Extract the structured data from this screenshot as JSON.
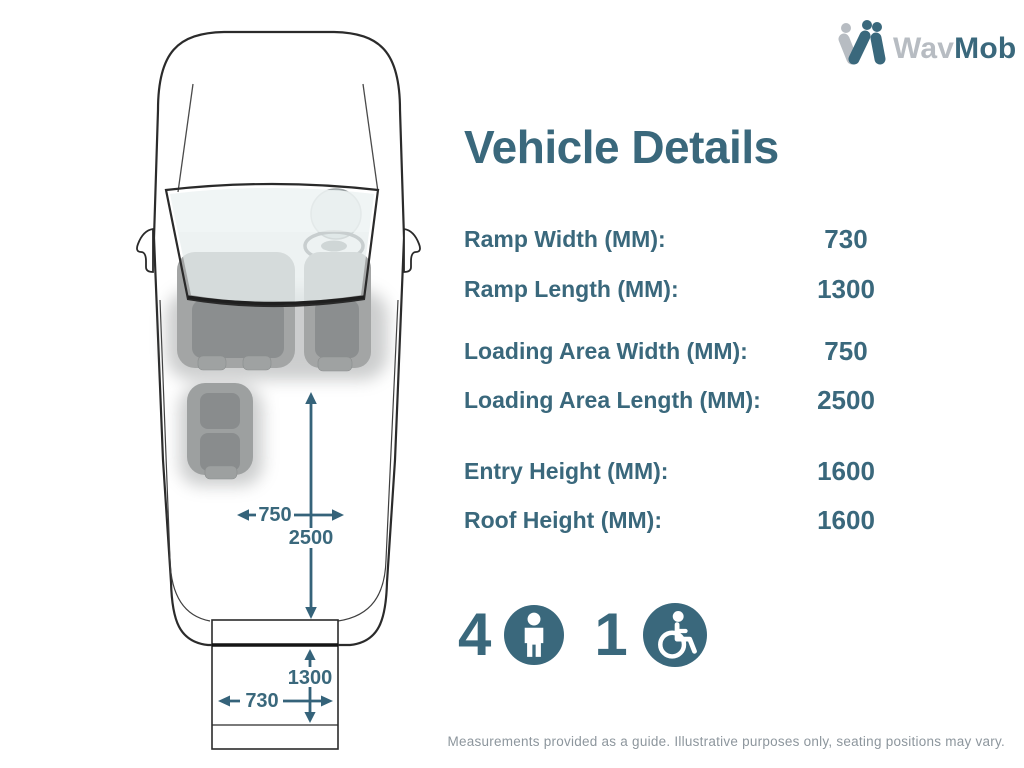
{
  "logo": {
    "gray_part": "Wav",
    "teal_part": "Mob",
    "mark_icon": "wavmob-people-w-icon"
  },
  "title": "Vehicle Details",
  "specs": [
    {
      "label": "Ramp Width (MM):",
      "value": "730"
    },
    {
      "label": "Ramp Length (MM):",
      "value": "1300"
    },
    {
      "label": "Loading Area Width (MM):",
      "value": "750"
    },
    {
      "label": "Loading Area Length (MM):",
      "value": "2500"
    },
    {
      "label": "Entry Height (MM):",
      "value": "1600"
    },
    {
      "label": "Roof Height (MM):",
      "value": "1600"
    }
  ],
  "capacity": {
    "seats": "4",
    "seat_icon": "person-icon",
    "wheelchairs": "1",
    "wheelchair_icon": "wheelchair-icon"
  },
  "diagram": {
    "loading_area_width_mm": "750",
    "loading_area_length_mm": "2500",
    "ramp_length_mm": "1300",
    "ramp_width_mm": "730"
  },
  "footer": "Measurements provided as a guide. Illustrative purposes only, seating positions may vary.",
  "colors": {
    "teal": "#3a687c",
    "logo_gray": "#b7bcc2",
    "seat_gray": "#a3a5a5",
    "glass_tint": "#e7edee"
  }
}
